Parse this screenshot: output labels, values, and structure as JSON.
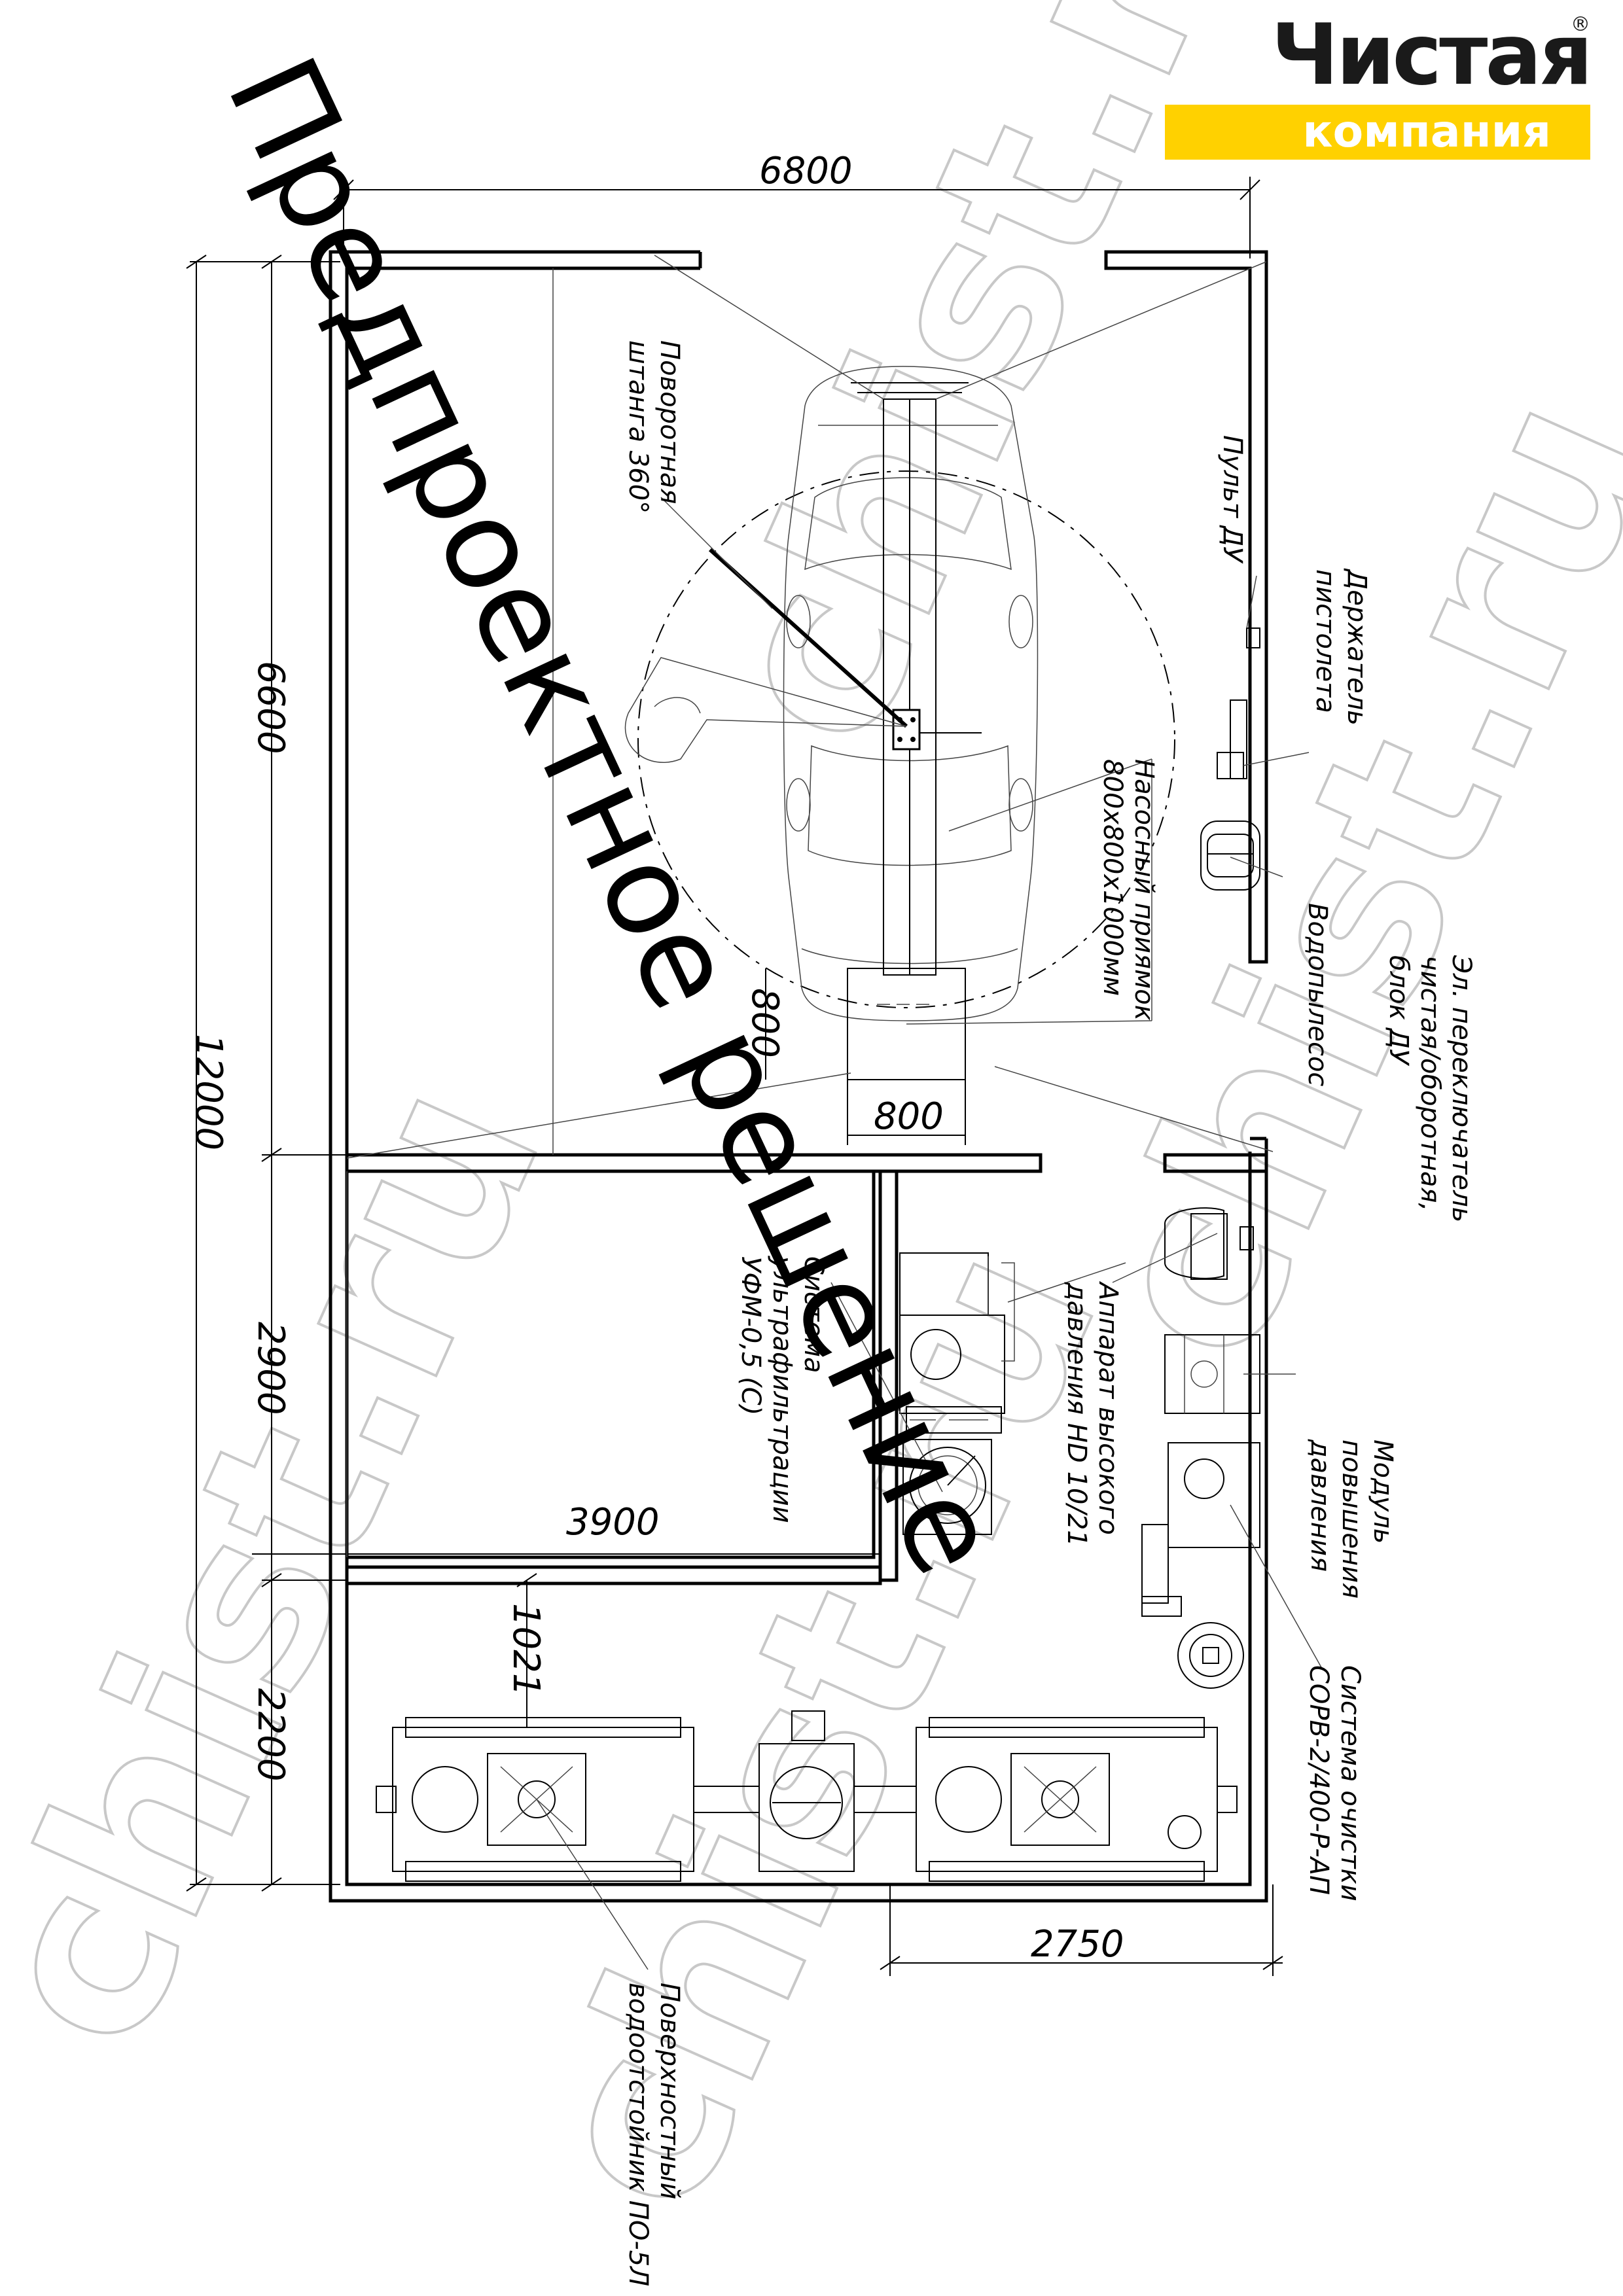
{
  "logo": {
    "line1": "Чистая",
    "line2": "компания",
    "reg": "®",
    "accent_color": "#ffd100"
  },
  "stamp": {
    "text": "Предпроектное решение"
  },
  "watermark": {
    "text": "chist.ru",
    "color": "#bbbbbb"
  },
  "dimensions": {
    "total_width": "6800",
    "total_length": "12000",
    "wash_bay_length": "6600",
    "middle_room_length": "2900",
    "treatment_room_length": "2200",
    "middle_room_width": "3900",
    "right_room_width": "2750",
    "pit_width": "800",
    "pit_length": "800",
    "separator_length": "1021"
  },
  "labels": {
    "boom": [
      "Поворотная",
      "штанга 360°"
    ],
    "pit": [
      "Насосный приямок",
      "800х800х1000мм"
    ],
    "remote": [
      "Пульт ДУ"
    ],
    "gun_holder": [
      "Держатель",
      "пистолета"
    ],
    "vacuum": [
      "Водопылесос"
    ],
    "switch": [
      "Эл. переключатель",
      "чистая/оборотная,",
      "блок ДУ"
    ],
    "hp_unit": [
      "Аппарат высокого",
      "давления HD 10/21"
    ],
    "ultrafiltration": [
      "Система",
      "ультрафильтрации",
      "УФМ-0,5 (С)"
    ],
    "booster": [
      "Модуль",
      "повышения",
      "давления"
    ],
    "water_treatment": [
      "Система очистки",
      "СОРВ-2/400-Р-АП"
    ],
    "separator": [
      "Поверхностный",
      "водоотстойник ПО-5Л"
    ]
  }
}
